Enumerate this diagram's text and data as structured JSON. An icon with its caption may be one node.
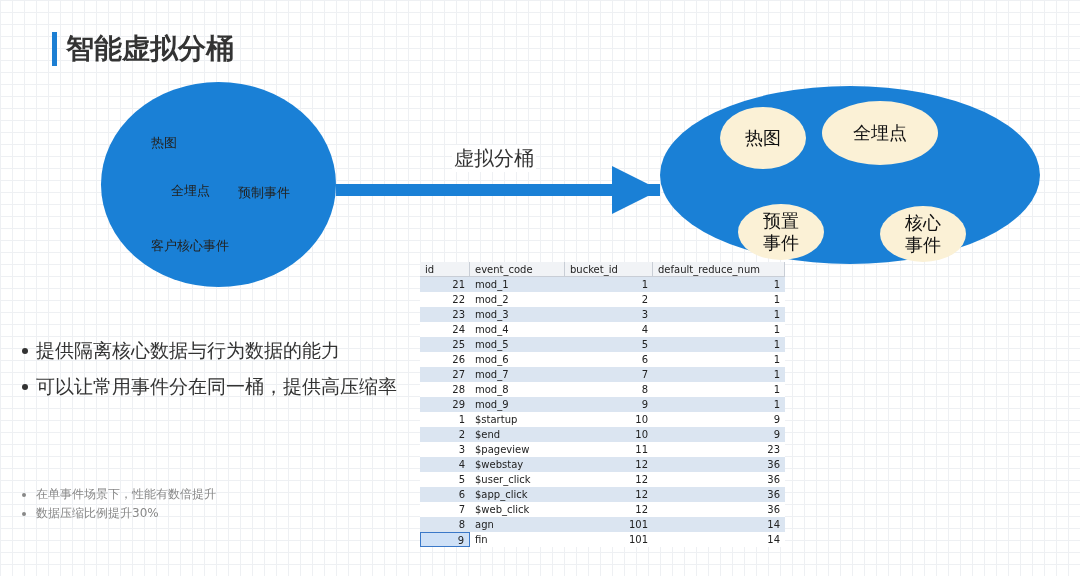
{
  "diagram": {
    "title": "智能虚拟分桶",
    "nodes": [
      {
        "text": [
          "热图",
          "全埋点",
          "预制事件",
          "客户核心事件"
        ]
      },
      {
        "text": [],
        "shape": "ellipse"
      },
      {
        "text": [
          "热图"
        ],
        "in": 1
      },
      {
        "text": [
          "全埋点"
        ],
        "in": 1
      },
      {
        "text": [
          "预置事件"
        ],
        "in": 1
      },
      {
        "text": [
          "核心事件"
        ],
        "in": 1
      }
    ],
    "edges": [
      {
        "from": 0,
        "to": 1,
        "arrow": "to",
        "label": "虚拟分桶"
      }
    ],
    "labels": [
      "提供隔离核心数据与行为数据的能力",
      "可以让常用事件分在同一桶，提供高压缩率",
      "在单事件场景下，性能有数倍提升",
      "数据压缩比例提升30%",
      "id",
      "event_code",
      "bucket_id",
      "default_reduce_num",
      "21",
      "mod_1",
      "1",
      "1",
      "22",
      "mod_2",
      "2",
      "1",
      "23",
      "mod_3",
      "3",
      "1",
      "24",
      "mod_4",
      "4",
      "1",
      "25",
      "mod_5",
      "5",
      "1",
      "26",
      "mod_6",
      "6",
      "1",
      "27",
      "mod_7",
      "7",
      "1",
      "28",
      "mod_8",
      "8",
      "1",
      "29",
      "mod_9",
      "9",
      "1",
      "1",
      "$startup",
      "10",
      "9",
      "2",
      "$end",
      "10",
      "9",
      "3",
      "$pageview",
      "11",
      "23",
      "4",
      "$webstay",
      "12",
      "36",
      "5",
      "$user_click",
      "12",
      "36",
      "6",
      "$app_click",
      "12",
      "36",
      "7",
      "$web_click",
      "12",
      "36",
      "8",
      "agn",
      "101",
      "14",
      "9",
      "fin",
      "101",
      "14"
    ]
  }
}
